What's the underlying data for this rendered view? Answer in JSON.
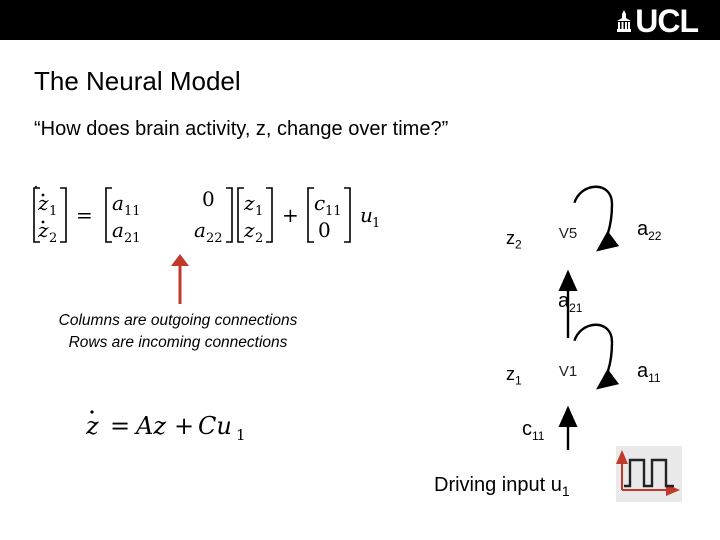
{
  "header": {
    "logo_text": "UCL"
  },
  "slide": {
    "title": "The Neural Model",
    "subtitle": "“How does brain activity, z, change over time?”"
  },
  "annotation": {
    "line1": "Columns are outgoing connections",
    "line2": "Rows are incoming connections"
  },
  "diagram": {
    "node_top": "V5",
    "node_bottom": "V1",
    "z2": {
      "base": "z",
      "sub": "2"
    },
    "z1": {
      "base": "z",
      "sub": "1"
    },
    "a22": {
      "base": "a",
      "sub": "22"
    },
    "a21": {
      "base": "a",
      "sub": "21"
    },
    "a11": {
      "base": "a",
      "sub": "11"
    },
    "c11": {
      "base": "c",
      "sub": "11"
    },
    "driving_input": {
      "text": "Driving input u",
      "sub": "1"
    }
  },
  "colors": {
    "arrow_red": "#c0392b",
    "header": "#000000"
  }
}
